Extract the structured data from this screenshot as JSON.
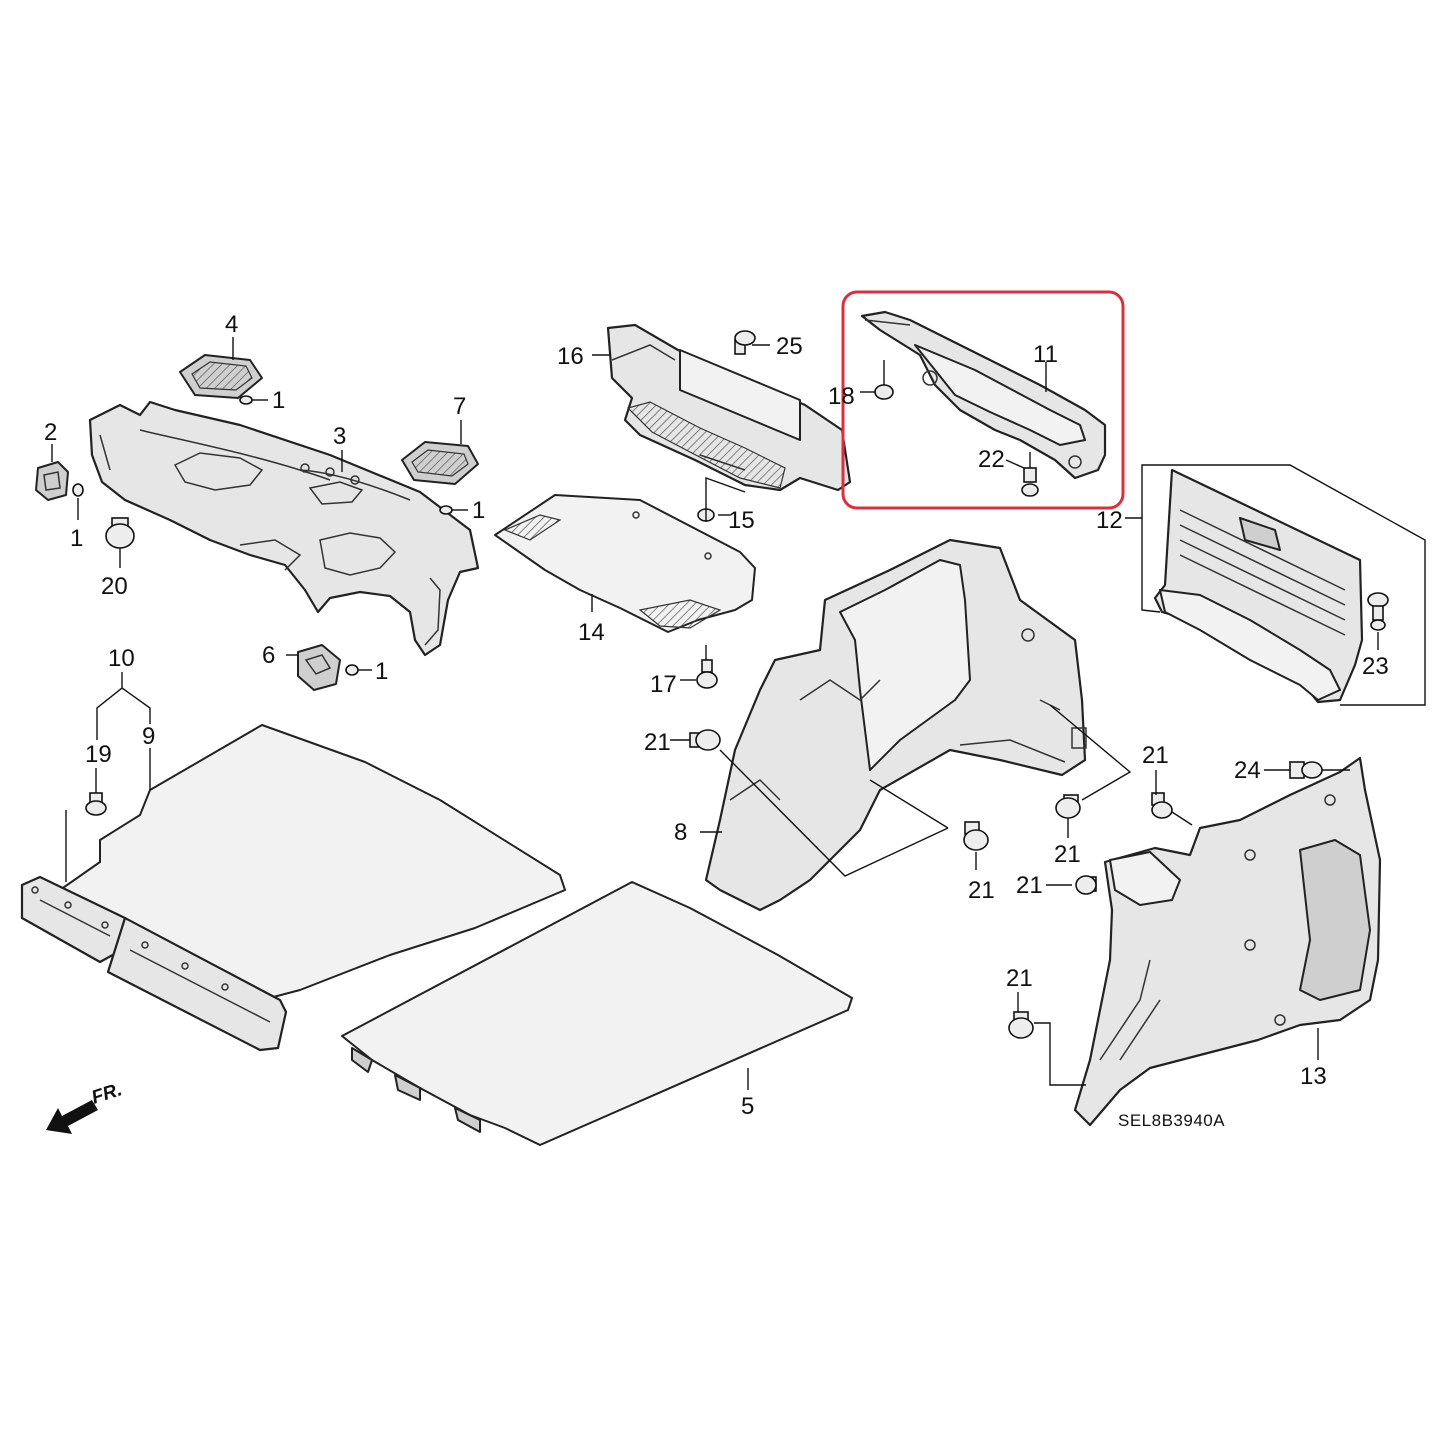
{
  "diagram": {
    "code": "SEL8B3940A",
    "direction_label": "FR.",
    "highlight_color": "#d9313b",
    "callouts": [
      {
        "id": "c4",
        "label": "4"
      },
      {
        "id": "c1a",
        "label": "1"
      },
      {
        "id": "c2",
        "label": "2"
      },
      {
        "id": "c3",
        "label": "3"
      },
      {
        "id": "c7",
        "label": "7"
      },
      {
        "id": "c1b",
        "label": "1"
      },
      {
        "id": "c1c",
        "label": "1"
      },
      {
        "id": "c20",
        "label": "20"
      },
      {
        "id": "c6",
        "label": "6"
      },
      {
        "id": "c1d",
        "label": "1"
      },
      {
        "id": "c10",
        "label": "10"
      },
      {
        "id": "c19",
        "label": "19"
      },
      {
        "id": "c9",
        "label": "9"
      },
      {
        "id": "c16",
        "label": "16"
      },
      {
        "id": "c25",
        "label": "25"
      },
      {
        "id": "c15",
        "label": "15"
      },
      {
        "id": "c14",
        "label": "14"
      },
      {
        "id": "c17",
        "label": "17"
      },
      {
        "id": "c21a",
        "label": "21"
      },
      {
        "id": "c8",
        "label": "8"
      },
      {
        "id": "c21b",
        "label": "21"
      },
      {
        "id": "c5",
        "label": "5"
      },
      {
        "id": "c11",
        "label": "11"
      },
      {
        "id": "c18",
        "label": "18"
      },
      {
        "id": "c22",
        "label": "22"
      },
      {
        "id": "c12",
        "label": "12"
      },
      {
        "id": "c23",
        "label": "23"
      },
      {
        "id": "c21c",
        "label": "21"
      },
      {
        "id": "c21d",
        "label": "21"
      },
      {
        "id": "c24",
        "label": "24"
      },
      {
        "id": "c21e",
        "label": "21"
      },
      {
        "id": "c21f",
        "label": "21"
      },
      {
        "id": "c13",
        "label": "13"
      }
    ]
  }
}
